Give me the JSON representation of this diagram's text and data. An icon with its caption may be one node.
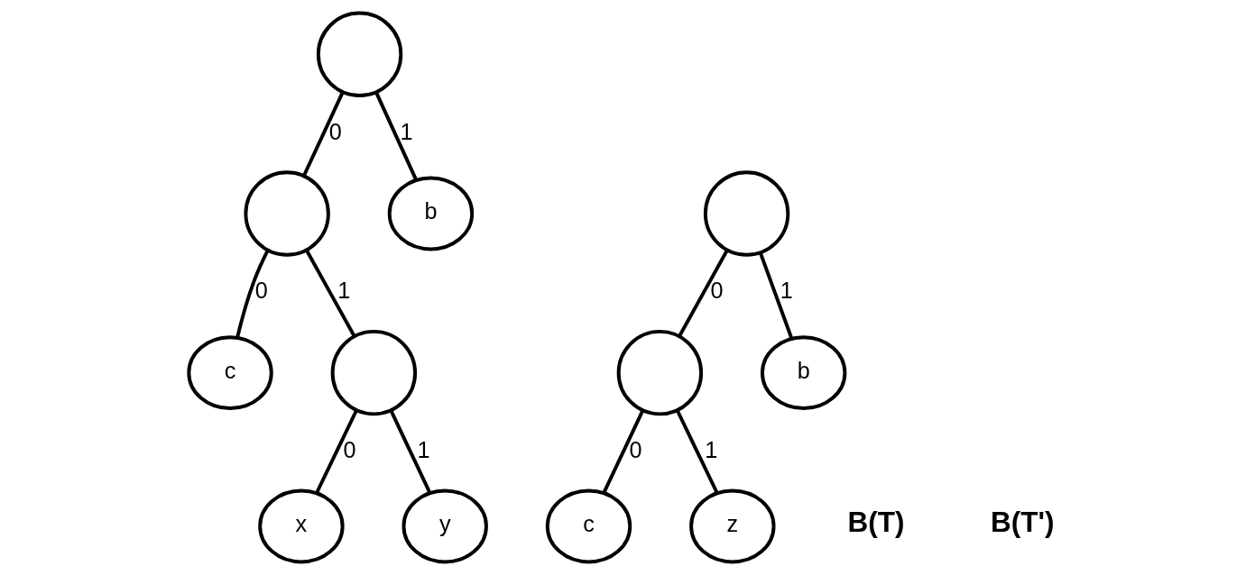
{
  "diagram": {
    "nodes": [
      {
        "text": [],
        "shape": "circle"
      },
      {
        "text": [],
        "shape": "circle"
      },
      {
        "text": [
          "b"
        ]
      },
      {
        "text": [
          "c"
        ]
      },
      {
        "text": [],
        "shape": "circle"
      },
      {
        "text": [
          "x"
        ]
      },
      {
        "text": [
          "y"
        ]
      },
      {
        "text": [],
        "shape": "circle"
      },
      {
        "text": [],
        "shape": "circle"
      },
      {
        "text": [
          "b"
        ]
      },
      {
        "text": [
          "c"
        ]
      },
      {
        "text": [
          "z"
        ]
      }
    ],
    "edges": [
      {
        "from": 0,
        "to": 1,
        "arrow": "none",
        "label": "0"
      },
      {
        "from": 0,
        "to": 2,
        "arrow": "none",
        "label": "1"
      },
      {
        "from": 1,
        "to": 3,
        "arrow": "none",
        "label": "0"
      },
      {
        "from": 1,
        "to": 4,
        "arrow": "none",
        "label": "1"
      },
      {
        "from": 4,
        "to": 5,
        "arrow": "none",
        "label": "0"
      },
      {
        "from": 4,
        "to": 6,
        "arrow": "none",
        "label": "1"
      },
      {
        "from": 7,
        "to": 8,
        "arrow": "none",
        "label": "0"
      },
      {
        "from": 7,
        "to": 9,
        "arrow": "none",
        "label": "1"
      },
      {
        "from": 8,
        "to": 10,
        "arrow": "none",
        "label": "0"
      },
      {
        "from": 8,
        "to": 11,
        "arrow": "none",
        "label": "1"
      }
    ],
    "labels": [
      "B(T)",
      "B(T')"
    ]
  }
}
